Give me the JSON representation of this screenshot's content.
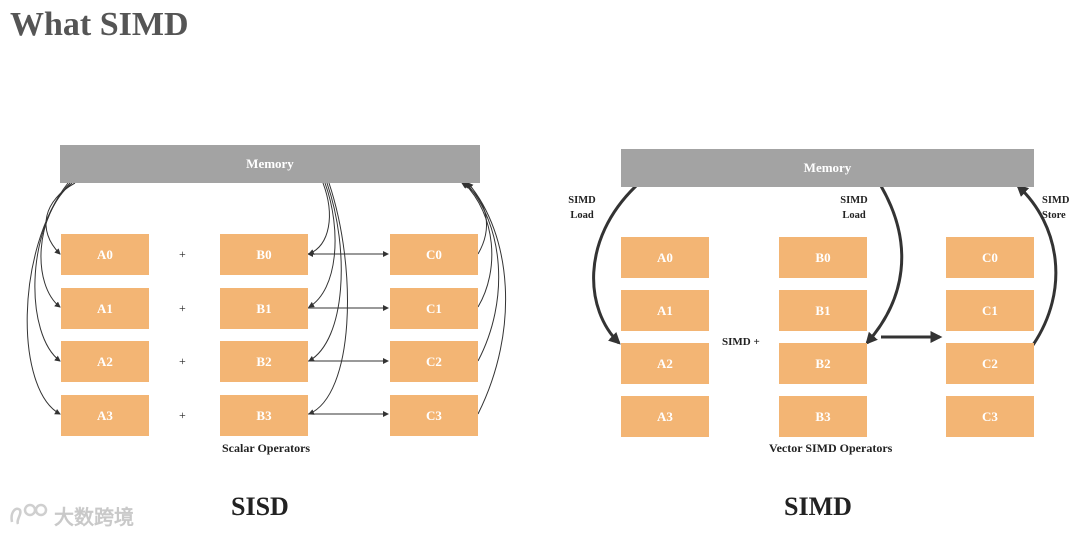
{
  "title": "What SIMD",
  "sisd": {
    "memory_label": "Memory",
    "a": [
      "A0",
      "A1",
      "A2",
      "A3"
    ],
    "b": [
      "B0",
      "B1",
      "B2",
      "B3"
    ],
    "c": [
      "C0",
      "C1",
      "C2",
      "C3"
    ],
    "op": "+",
    "caption": "Scalar Operators",
    "name": "SISD"
  },
  "simd": {
    "memory_label": "Memory",
    "a": [
      "A0",
      "A1",
      "A2",
      "A3"
    ],
    "b": [
      "B0",
      "B1",
      "B2",
      "B3"
    ],
    "c": [
      "C0",
      "C1",
      "C2",
      "C3"
    ],
    "load_left": [
      "SIMD",
      "Load"
    ],
    "load_mid": [
      "SIMD",
      "Load"
    ],
    "store": [
      "SIMD",
      "Store"
    ],
    "op": "SIMD +",
    "caption": "Vector SIMD Operators",
    "name": "SIMD"
  },
  "watermark": "大数跨境"
}
